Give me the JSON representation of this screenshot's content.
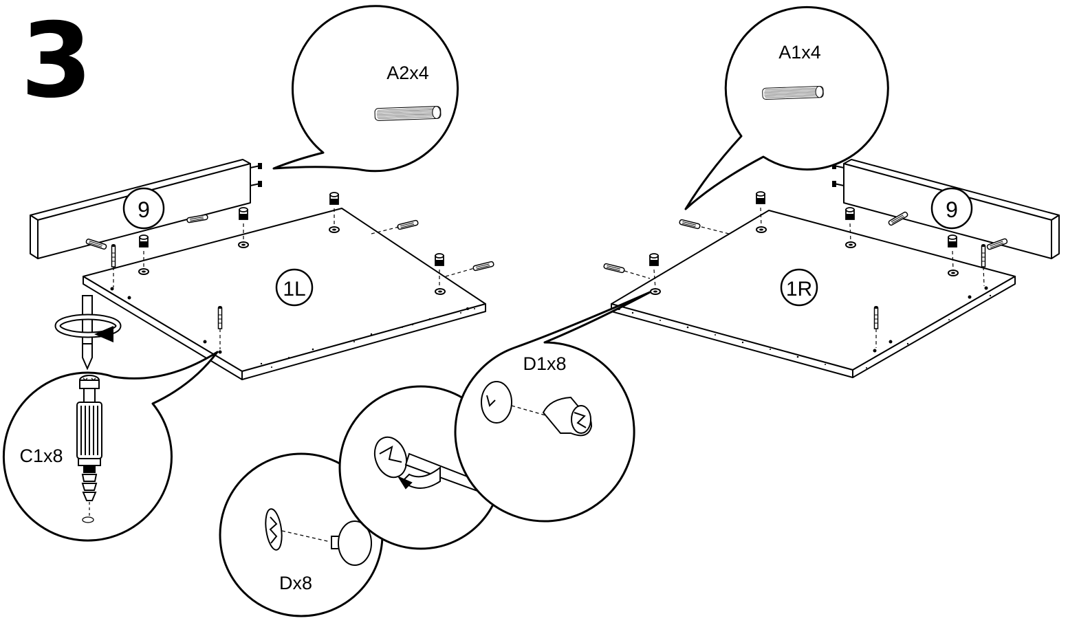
{
  "step_number": "3",
  "callouts": {
    "a2": "A2x4",
    "a1": "A1x4",
    "c1": "C1x8",
    "d1": "D1x8",
    "d": "Dx8"
  },
  "parts": {
    "panel_left": "1L",
    "panel_right": "1R",
    "rail_left": "9",
    "rail_right": "9"
  },
  "colors": {
    "ink": "#000000",
    "paper": "#ffffff"
  }
}
